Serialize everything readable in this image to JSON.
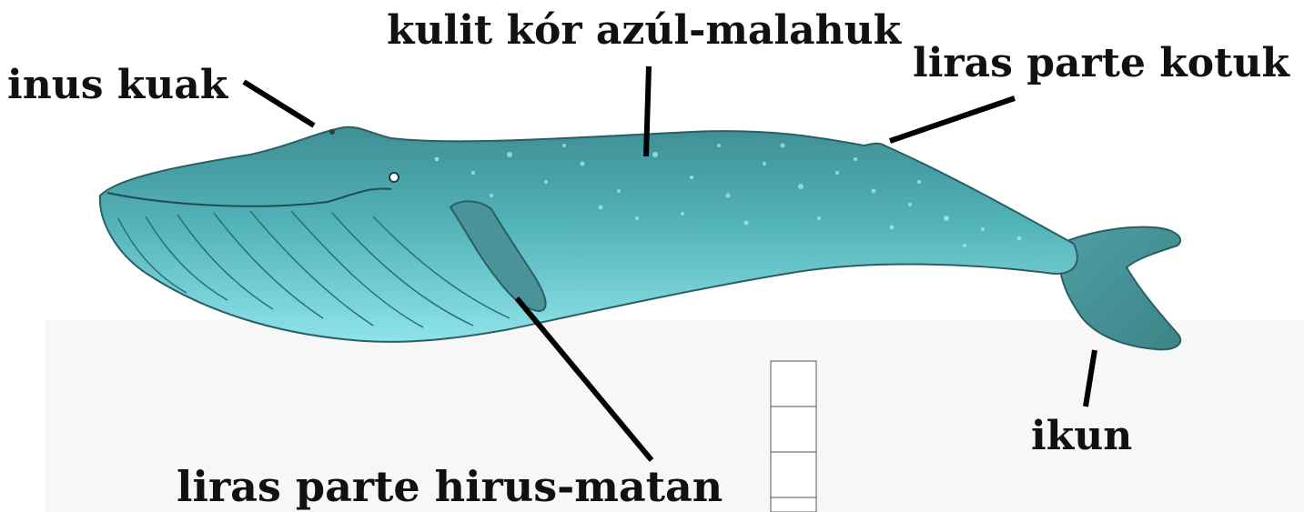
{
  "labels": {
    "blowhole": "inus kuak",
    "skin": "kulit kór azúl-malahuk",
    "dorsal_fin": "liras parte kotuk",
    "flipper": "liras parte hirus-matan",
    "tail": "ikun"
  },
  "colors": {
    "whale_back": "#3f8f95",
    "whale_mid": "#52b3b8",
    "whale_belly": "#8fe3ea",
    "outline": "#2a5f63",
    "leader_line": "#000000",
    "label_text": "#111111",
    "background": "#ffffff"
  }
}
